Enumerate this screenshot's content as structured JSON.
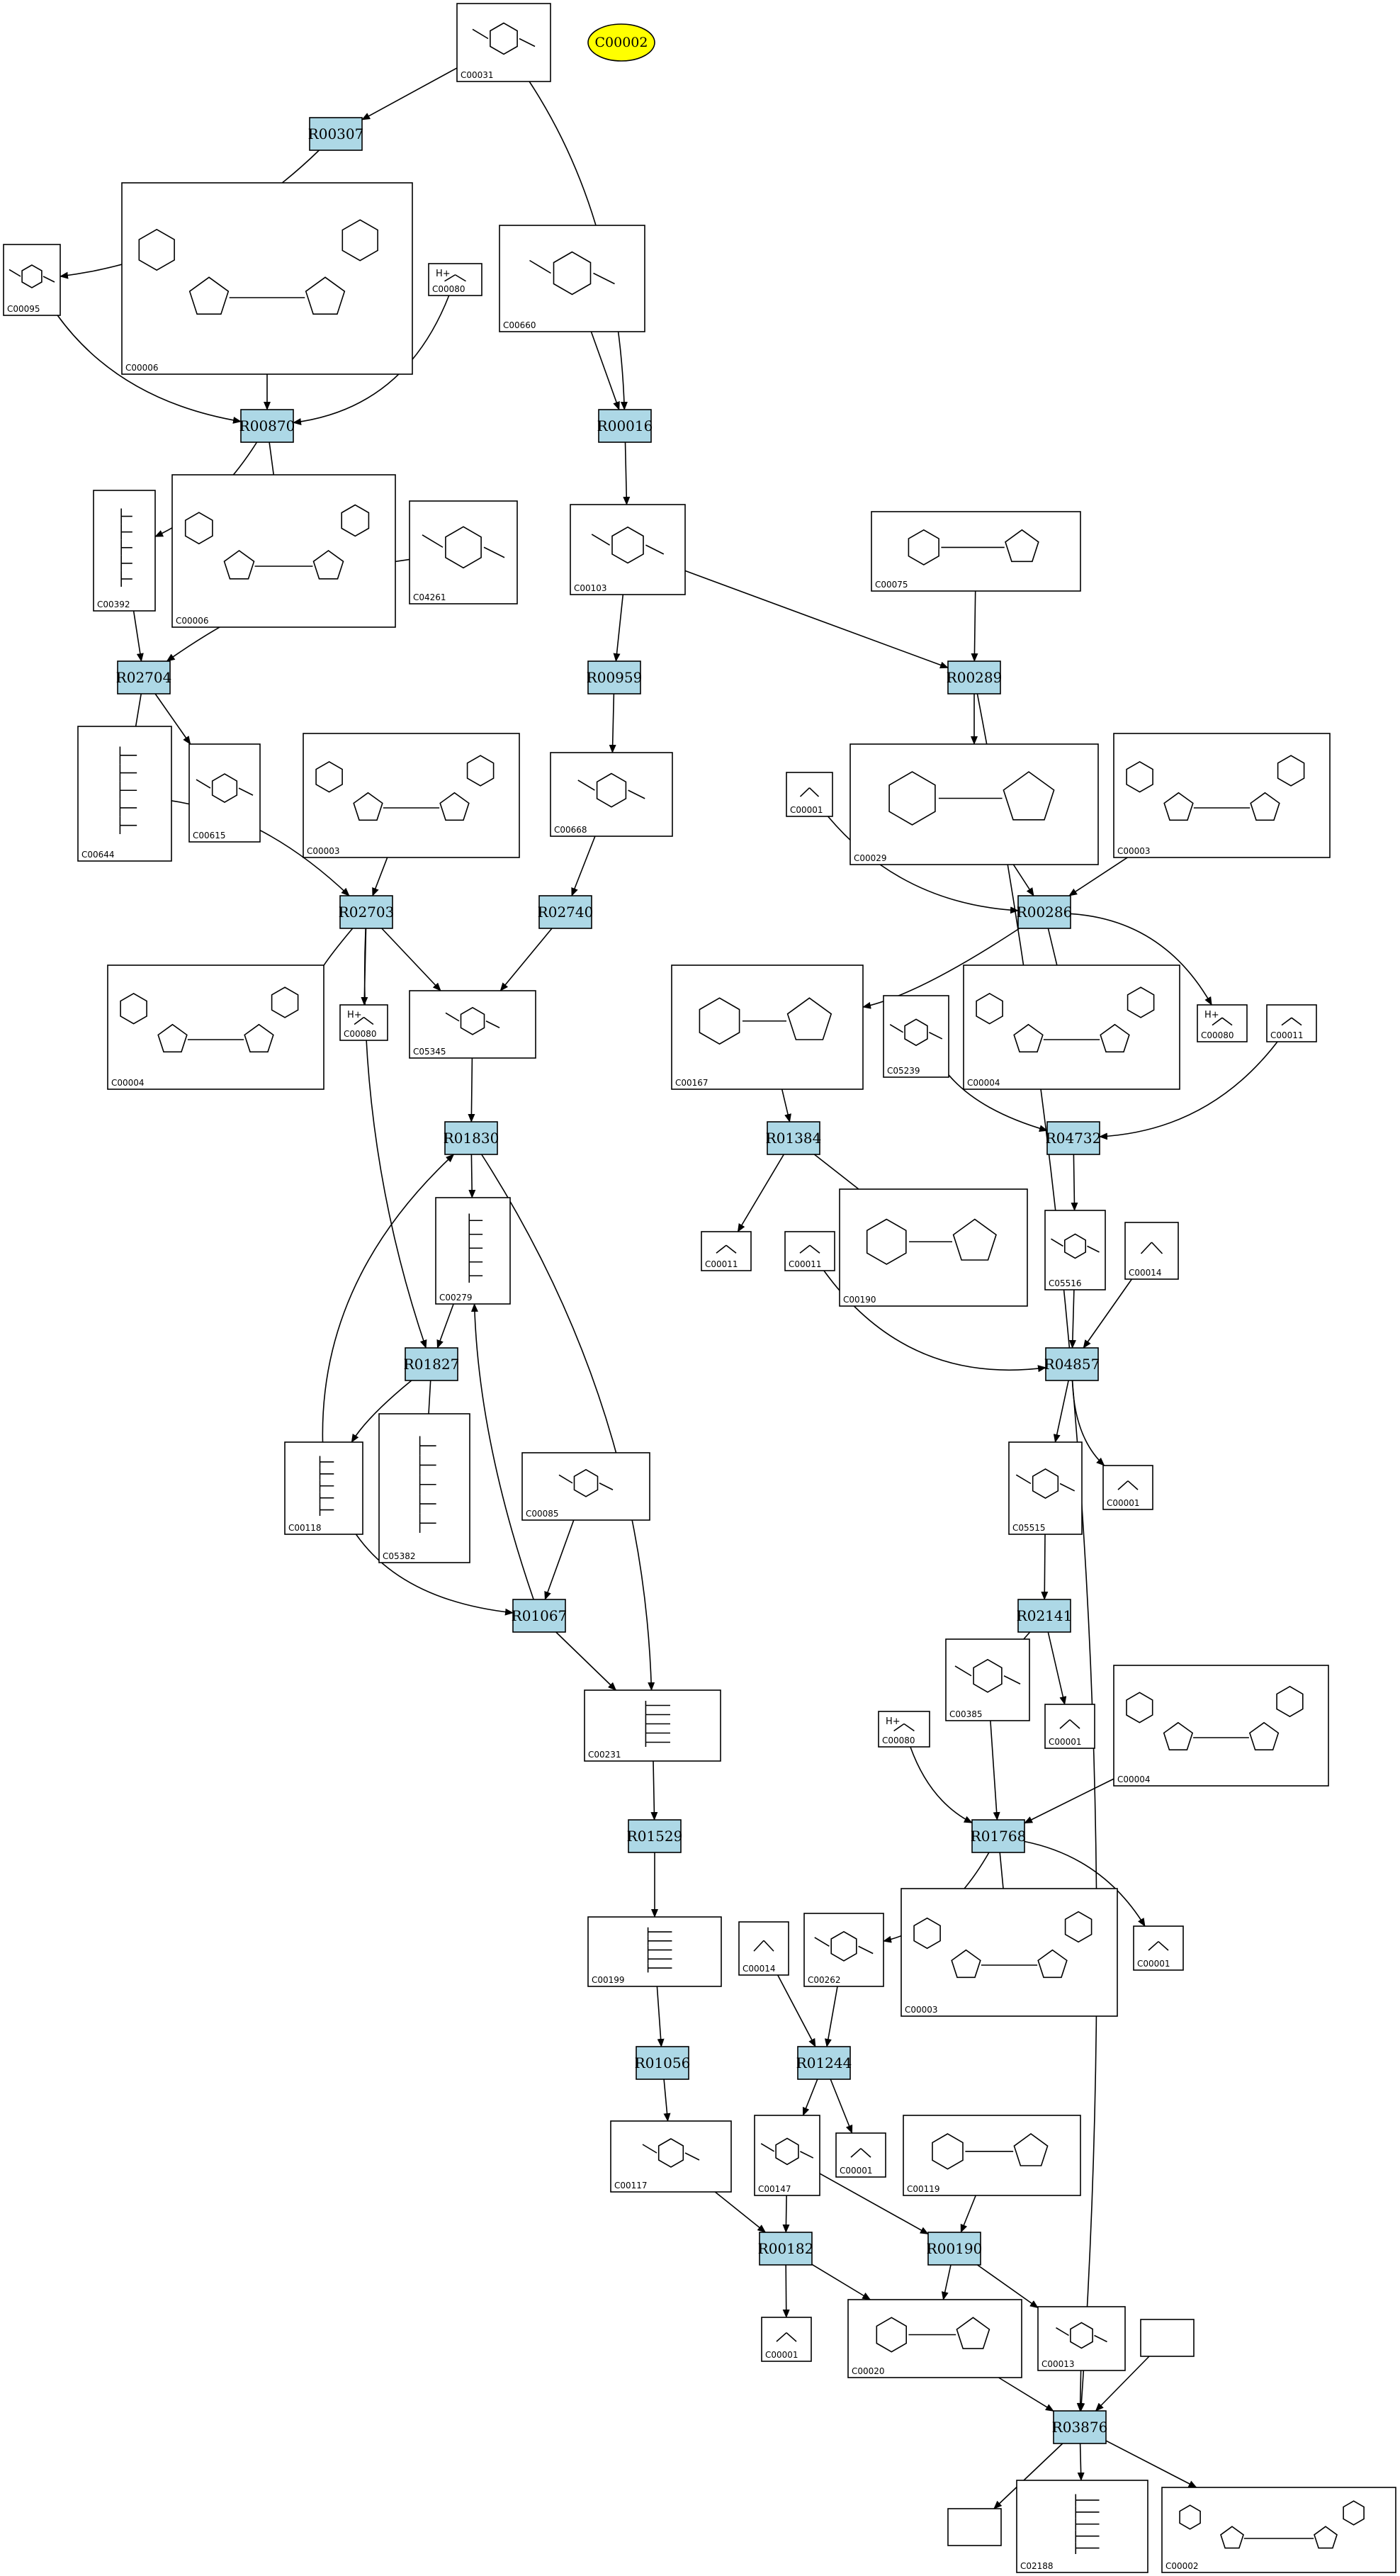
{
  "highlight": {
    "label": "C00002",
    "fill": "#ffff00"
  },
  "reaction_fill": "#add8e6",
  "reactions": [
    {
      "id": "R00307",
      "label": "R00307"
    },
    {
      "id": "R00870",
      "label": "R00870"
    },
    {
      "id": "R00016",
      "label": "R00016"
    },
    {
      "id": "R02704",
      "label": "R02704"
    },
    {
      "id": "R00959",
      "label": "R00959"
    },
    {
      "id": "R00289",
      "label": "R00289"
    },
    {
      "id": "R02703",
      "label": "R02703"
    },
    {
      "id": "R02740",
      "label": "R02740"
    },
    {
      "id": "R00286",
      "label": "R00286"
    },
    {
      "id": "R01830",
      "label": "R01830"
    },
    {
      "id": "R01384",
      "label": "R01384"
    },
    {
      "id": "R04732",
      "label": "R04732"
    },
    {
      "id": "R01827",
      "label": "R01827"
    },
    {
      "id": "R04857",
      "label": "R04857"
    },
    {
      "id": "R01067",
      "label": "R01067"
    },
    {
      "id": "R02141",
      "label": "R02141"
    },
    {
      "id": "R01768",
      "label": "R01768"
    },
    {
      "id": "R01529",
      "label": "R01529"
    },
    {
      "id": "R01056",
      "label": "R01056"
    },
    {
      "id": "R01244",
      "label": "R01244"
    },
    {
      "id": "R00182",
      "label": "R00182"
    },
    {
      "id": "R00190",
      "label": "R00190"
    },
    {
      "id": "R03876",
      "label": "R03876"
    }
  ],
  "compounds": [
    {
      "id": "C00031",
      "label": "C00031"
    },
    {
      "id": "C00095",
      "label": "C00095"
    },
    {
      "id": "C00006a",
      "label": "C00006"
    },
    {
      "id": "C00080a",
      "label": "C00080",
      "text": "H+"
    },
    {
      "id": "C00660",
      "label": "C00660"
    },
    {
      "id": "C00392",
      "label": "C00392"
    },
    {
      "id": "C00006b",
      "label": "C00006"
    },
    {
      "id": "C04261",
      "label": "C04261"
    },
    {
      "id": "C00103",
      "label": "C00103"
    },
    {
      "id": "C00075",
      "label": "C00075"
    },
    {
      "id": "C00644",
      "label": "C00644"
    },
    {
      "id": "C00615",
      "label": "C00615"
    },
    {
      "id": "C00003a",
      "label": "C00003"
    },
    {
      "id": "C00668",
      "label": "C00668"
    },
    {
      "id": "C00001a",
      "label": "C00001"
    },
    {
      "id": "C00029",
      "label": "C00029"
    },
    {
      "id": "C00003b",
      "label": "C00003"
    },
    {
      "id": "C00004a",
      "label": "C00004"
    },
    {
      "id": "C00080b",
      "label": "C00080",
      "text": "H+"
    },
    {
      "id": "C05345",
      "label": "C05345"
    },
    {
      "id": "C00167",
      "label": "C00167"
    },
    {
      "id": "C05239",
      "label": "C05239"
    },
    {
      "id": "C00004b",
      "label": "C00004"
    },
    {
      "id": "C00080c",
      "label": "C00080",
      "text": "H+"
    },
    {
      "id": "C00011a",
      "label": "C00011"
    },
    {
      "id": "C00279",
      "label": "C00279"
    },
    {
      "id": "C00011b",
      "label": "C00011"
    },
    {
      "id": "C00011c",
      "label": "C00011"
    },
    {
      "id": "C00190",
      "label": "C00190"
    },
    {
      "id": "C05516",
      "label": "C05516"
    },
    {
      "id": "C00014a",
      "label": "C00014"
    },
    {
      "id": "C00118",
      "label": "C00118"
    },
    {
      "id": "C05382",
      "label": "C05382"
    },
    {
      "id": "C00085",
      "label": "C00085"
    },
    {
      "id": "C05515",
      "label": "C05515"
    },
    {
      "id": "C00001b",
      "label": "C00001"
    },
    {
      "id": "C00231",
      "label": "C00231"
    },
    {
      "id": "C00080d",
      "label": "C00080",
      "text": "H+"
    },
    {
      "id": "C00385",
      "label": "C00385"
    },
    {
      "id": "C00001c",
      "label": "C00001"
    },
    {
      "id": "C00004c",
      "label": "C00004"
    },
    {
      "id": "C00199",
      "label": "C00199"
    },
    {
      "id": "C00014b",
      "label": "C00014"
    },
    {
      "id": "C00262",
      "label": "C00262"
    },
    {
      "id": "C00003c",
      "label": "C00003"
    },
    {
      "id": "C00001d",
      "label": "C00001"
    },
    {
      "id": "C00117",
      "label": "C00117"
    },
    {
      "id": "C00147",
      "label": "C00147"
    },
    {
      "id": "C00001e",
      "label": "C00001"
    },
    {
      "id": "C00119",
      "label": "C00119"
    },
    {
      "id": "C00001f",
      "label": "C00001"
    },
    {
      "id": "C00020",
      "label": "C00020"
    },
    {
      "id": "C00013",
      "label": "C00013"
    },
    {
      "id": "blank1",
      "label": ""
    },
    {
      "id": "blank2",
      "label": ""
    },
    {
      "id": "C02188",
      "label": "C02188"
    },
    {
      "id": "C00002",
      "label": "C00002"
    }
  ]
}
